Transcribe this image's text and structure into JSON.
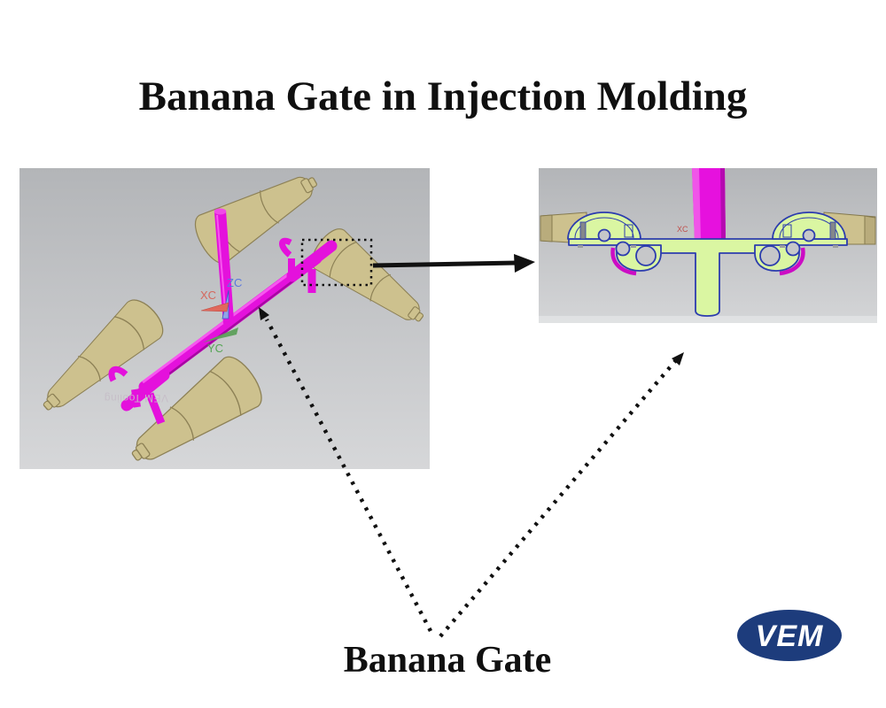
{
  "slide": {
    "title": "Banana Gate in Injection Molding",
    "caption": "Banana Gate",
    "background_color": "#ffffff",
    "text_color": "#101010"
  },
  "left_view": {
    "watermark": "VEM Tooling",
    "axes": {
      "x_label": "XC",
      "y_label": "YC",
      "z_label": "ZC"
    },
    "colors": {
      "background_top": "#b3b5b8",
      "background_bottom": "#d6d7d9",
      "part": "#cdc18e",
      "part_edge": "#8d8156",
      "runner": "#e411dc",
      "runner_highlight": "#f757ef",
      "runner_shadow": "#a607a2",
      "axis_x": "#d4695e",
      "axis_y": "#56a556",
      "axis_z": "#5a77dd"
    }
  },
  "right_view": {
    "axis_x_label": "XC",
    "colors": {
      "background_top": "#b3b5b8",
      "background_bottom": "#d4d5d7",
      "section_fill": "#daf6a2",
      "section_outline": "#2c3cae",
      "sprue": "#e611de",
      "gate_highlight": "#cc0cc4",
      "part": "#cdc18e",
      "void_fill": "#c6c7c9"
    }
  },
  "logo": {
    "text": "VEM",
    "background_color": "#1d3c7c",
    "text_color": "#ffffff"
  }
}
